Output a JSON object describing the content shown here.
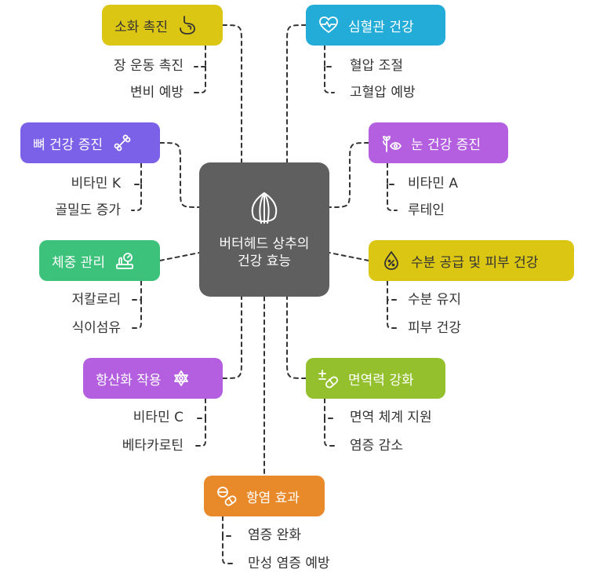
{
  "center": {
    "title": "버터헤드 상추의 건강 효능"
  },
  "branches": [
    {
      "label": "소화 촉진",
      "icon": "stomach-icon",
      "color": "#dcc614",
      "text_color": "#333333",
      "items": [
        "장 운동 촉진",
        "변비 예방"
      ]
    },
    {
      "label": "심혈관 건강",
      "icon": "heart-health-icon",
      "color": "#23acd8",
      "text_color": "#ffffff",
      "items": [
        "혈압 조절",
        "고혈압 예방"
      ]
    },
    {
      "label": "뼈 건강 증진",
      "icon": "bone-icon",
      "color": "#7b61e8",
      "text_color": "#ffffff",
      "items": [
        "비타민 K",
        "골밀도 증가"
      ]
    },
    {
      "label": "눈 건강 증진",
      "icon": "eye-plant-icon",
      "color": "#b45fe0",
      "text_color": "#ffffff",
      "items": [
        "비타민 A",
        "루테인"
      ]
    },
    {
      "label": "체중 관리",
      "icon": "scale-icon",
      "color": "#3cc27b",
      "text_color": "#ffffff",
      "items": [
        "저칼로리",
        "식이섬유"
      ]
    },
    {
      "label": "수분 공급 및 피부 건강",
      "icon": "water-drop-icon",
      "color": "#dcc614",
      "text_color": "#333333",
      "items": [
        "수분 유지",
        "피부 건강"
      ]
    },
    {
      "label": "항산화 작용",
      "icon": "molecule-icon",
      "color": "#b45fe0",
      "text_color": "#ffffff",
      "items": [
        "비타민 C",
        "베타카로틴"
      ]
    },
    {
      "label": "면역력 강화",
      "icon": "pill-plus-icon",
      "color": "#93c02c",
      "text_color": "#ffffff",
      "items": [
        "면역 체계 지원",
        "염증 감소"
      ]
    },
    {
      "label": "항염 효과",
      "icon": "pills-icon",
      "color": "#e98a2a",
      "text_color": "#ffffff",
      "items": [
        "염증 완화",
        "만성 염증 예방"
      ]
    }
  ]
}
